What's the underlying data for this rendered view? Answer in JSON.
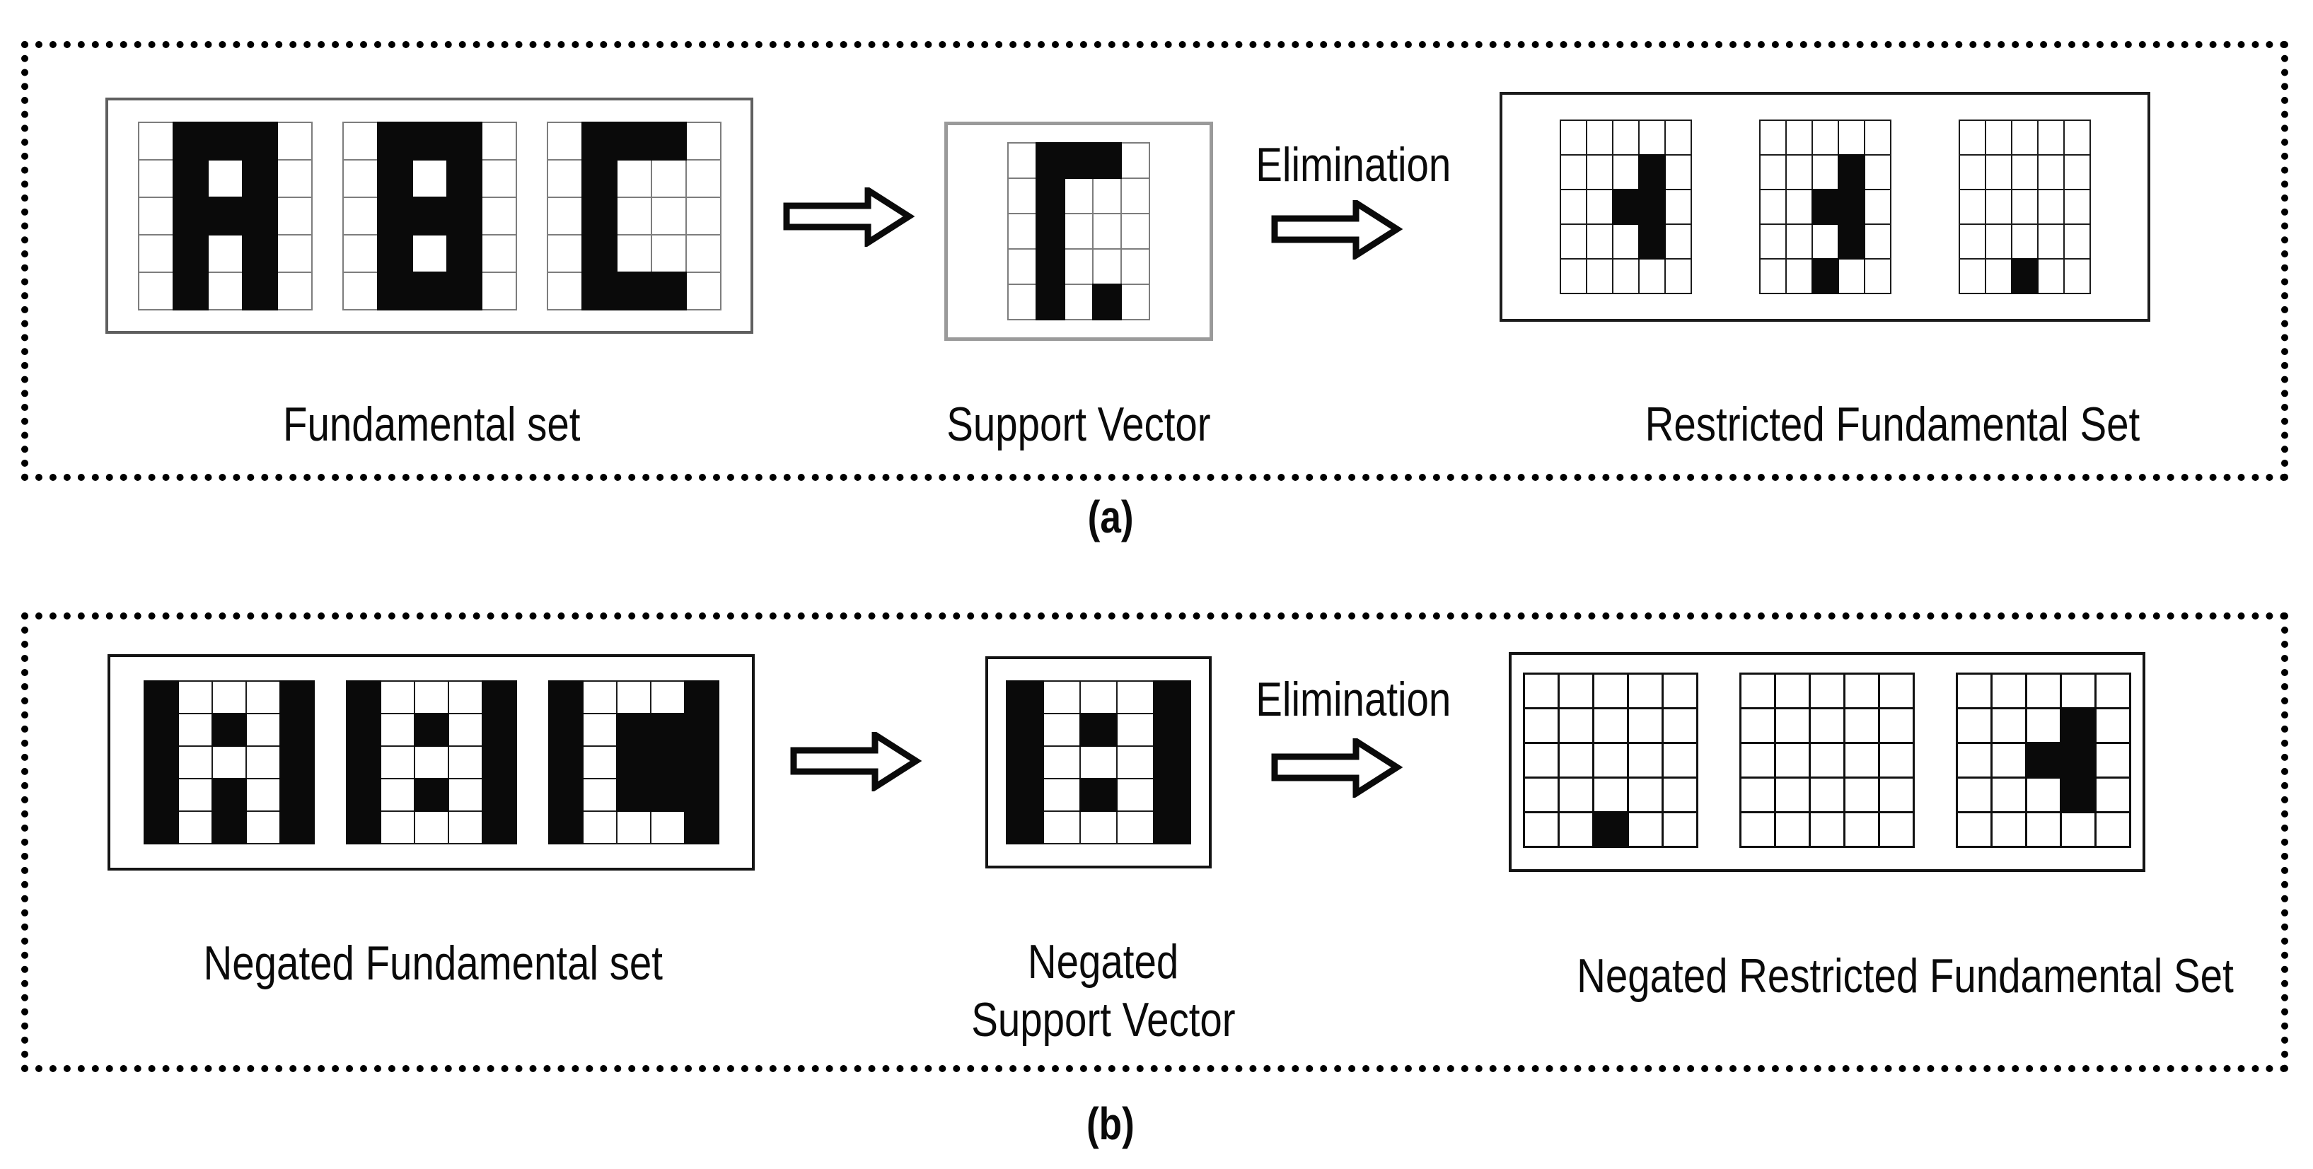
{
  "figure": {
    "colors": {
      "ink": "#0a0a0a",
      "cell_fill": "#0a0a0a",
      "grid_line_gray": "#7d7d7d",
      "grid_line_dark": "#1c1c1c",
      "support_box_border_gray": "#9a9a9a",
      "background": "#ffffff"
    },
    "panel_a": {
      "tag": "(a)",
      "elimination_label": "Elimination",
      "fundamental_set": {
        "caption": "Fundamental set",
        "grids": [
          {
            "letter": "A",
            "cells": [
              "01110",
              "01010",
              "01110",
              "01010",
              "01010"
            ]
          },
          {
            "letter": "B",
            "cells": [
              "01110",
              "01010",
              "01110",
              "01010",
              "01110"
            ]
          },
          {
            "letter": "C",
            "cells": [
              "01110",
              "01000",
              "01000",
              "01000",
              "01110"
            ]
          }
        ]
      },
      "support_vector": {
        "caption": "Support Vector",
        "cells": [
          "01110",
          "01000",
          "01000",
          "01000",
          "01010"
        ]
      },
      "restricted_set": {
        "caption": "Restricted Fundamental Set",
        "grids": [
          {
            "cells": [
              "00000",
              "00010",
              "00110",
              "00010",
              "00000"
            ]
          },
          {
            "cells": [
              "00000",
              "00010",
              "00110",
              "00010",
              "00100"
            ]
          },
          {
            "cells": [
              "00000",
              "00000",
              "00000",
              "00000",
              "00100"
            ]
          }
        ]
      }
    },
    "panel_b": {
      "tag": "(b)",
      "elimination_label": "Elimination",
      "fundamental_set": {
        "caption": "Negated Fundamental set",
        "grids": [
          {
            "letter": "negated A",
            "cells": [
              "10001",
              "10101",
              "10001",
              "10101",
              "10101"
            ]
          },
          {
            "letter": "negated B",
            "cells": [
              "10001",
              "10101",
              "10001",
              "10101",
              "10001"
            ]
          },
          {
            "letter": "negated C",
            "cells": [
              "10001",
              "10111",
              "10111",
              "10111",
              "10001"
            ]
          }
        ]
      },
      "support_vector": {
        "caption_line1": "Negated",
        "caption_line2": "Support Vector",
        "cells": [
          "10001",
          "10101",
          "10001",
          "10101",
          "10001"
        ]
      },
      "restricted_set": {
        "caption": "Negated Restricted Fundamental Set",
        "grids": [
          {
            "cells": [
              "00000",
              "00000",
              "00000",
              "00000",
              "00100"
            ]
          },
          {
            "cells": [
              "00000",
              "00000",
              "00000",
              "00000",
              "00000"
            ]
          },
          {
            "cells": [
              "00000",
              "00010",
              "00110",
              "00010",
              "00000"
            ]
          }
        ]
      }
    }
  }
}
